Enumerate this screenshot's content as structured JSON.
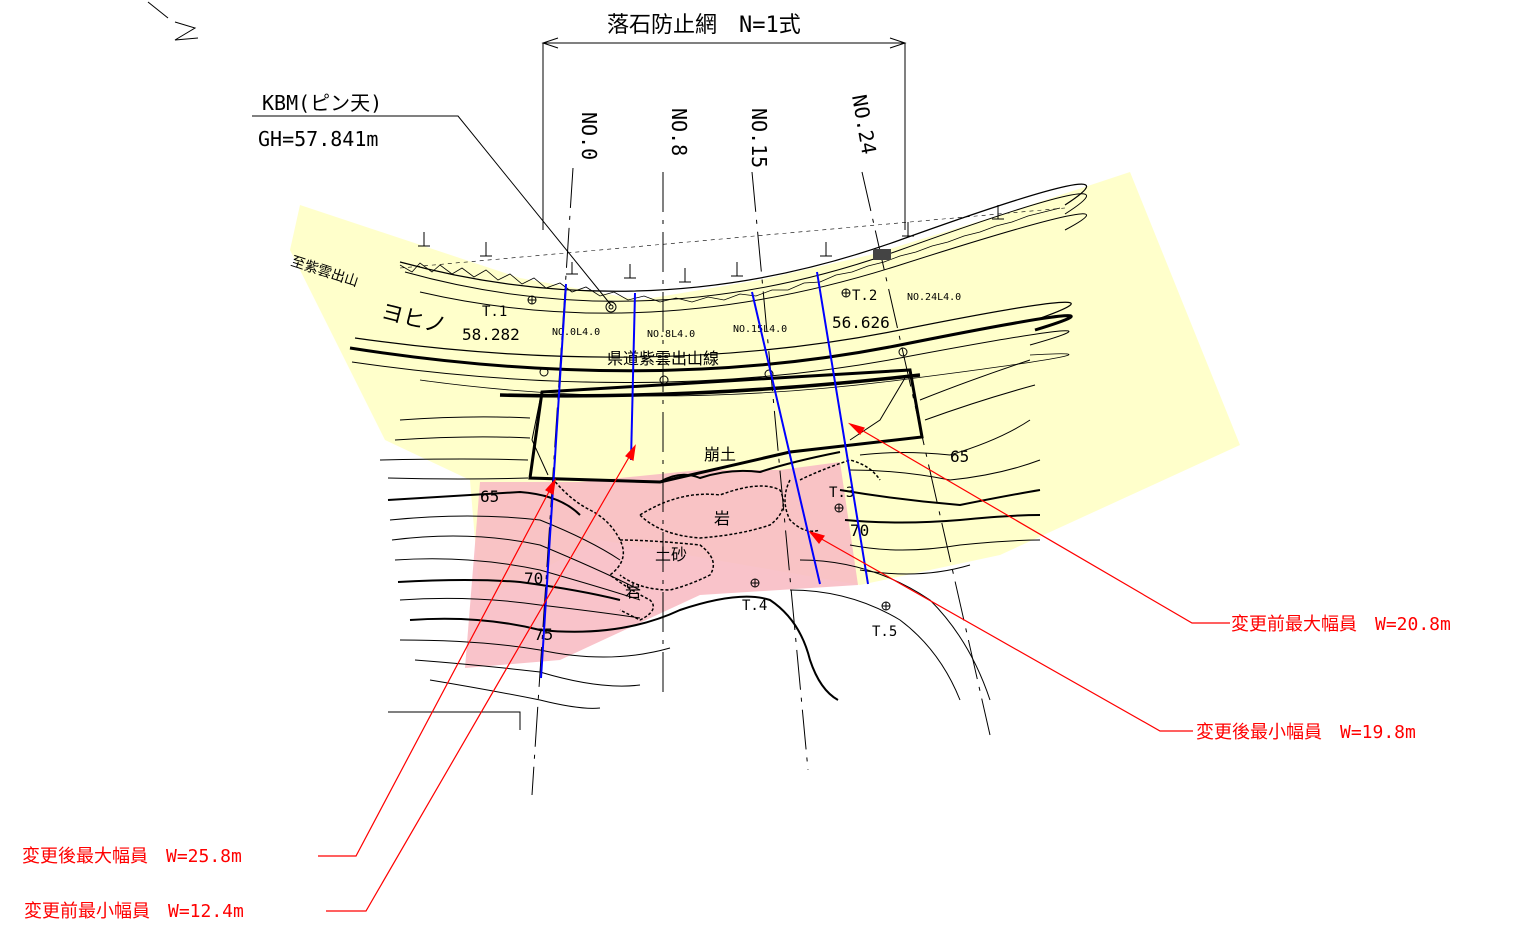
{
  "title": "落石防止網　N=1式",
  "kbm": {
    "label": "KBM(ピン天)",
    "gh": "GH=57.841m"
  },
  "direction_mark": "N",
  "stations": [
    "NO.0",
    "NO.8",
    "NO.15",
    "NO.24"
  ],
  "station_offsets": [
    "NO.0L4.0",
    "NO.8L4.0",
    "NO.15L4.0",
    "NO.24L4.0"
  ],
  "road_name": "県道紫雲出山線",
  "road_dir": "至紫雲出山",
  "road_mark": "ヨヒノ",
  "benchmarks": [
    {
      "name": "T.1",
      "value": "58.282"
    },
    {
      "name": "T.2",
      "value": "56.626"
    },
    {
      "name": "T.3",
      "value": ""
    },
    {
      "name": "T.4",
      "value": ""
    },
    {
      "name": "T.5",
      "value": ""
    }
  ],
  "materials": {
    "collapse": "崩土",
    "rock": "岩",
    "soil": "土砂"
  },
  "contours": [
    "65",
    "70",
    "75"
  ],
  "annotations": [
    "変更前最大幅員　W=20.8m",
    "変更後最小幅員　W=19.8m",
    "変更後最大幅員　W=25.8m",
    "変更前最小幅員　W=12.4m"
  ],
  "colors": {
    "annotation": "#ff0000",
    "section_line": "#0000ff",
    "area_yellow": "#ffffc8",
    "area_pink": "#f8bcc4"
  }
}
